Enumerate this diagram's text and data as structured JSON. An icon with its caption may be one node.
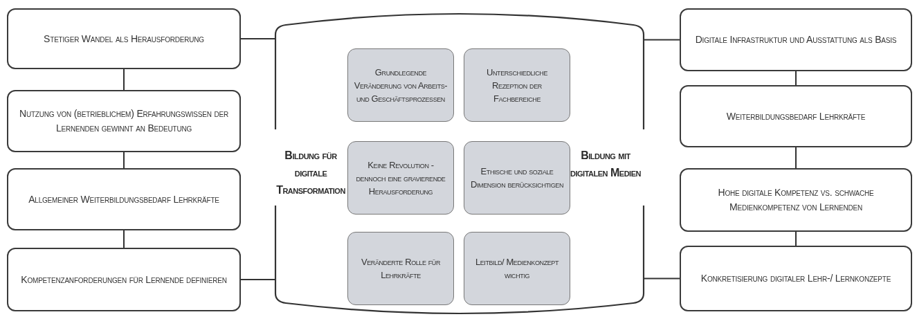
{
  "diagram": {
    "nodes": [
      {
        "text": [
          "Bildung für digitale Transformation",
          "Bildung mit digitalen Medien"
        ]
      },
      {
        "text": [
          "Grundlegende Veränderung von Arbeits- und Geschäftsprozessen"
        ],
        "in": 0
      },
      {
        "text": [
          "Unterschiedliche Rezeption der Fachbereiche"
        ],
        "in": 0
      },
      {
        "text": [
          "Keine Revolution - dennoch eine gravierende Herausforderung"
        ],
        "in": 0
      },
      {
        "text": [
          "Ethische und soziale Dimension berücksichtigen"
        ],
        "in": 0
      },
      {
        "text": [
          "Veränderte Rolle für Lehrkräfte"
        ],
        "in": 0
      },
      {
        "text": [
          "Leitbild/ Medienkonzept wichtig"
        ],
        "in": 0
      },
      {
        "text": [
          "Stetiger Wandel als Herausforderung"
        ]
      },
      {
        "text": [
          "Nutzung von (betrieblichem) Erfahrungswissen der Lernenden gewinnt an Bedeutung"
        ]
      },
      {
        "text": [
          "Allgemeiner Weiterbildungsbedarf Lehrkräfte"
        ]
      },
      {
        "text": [
          "Kompetenzanforderungen für Lernende definieren"
        ]
      },
      {
        "text": [
          "Digitale Infrastruktur und Ausstattung als Basis"
        ]
      },
      {
        "text": [
          "Weiterbildungsbedarf Lehrkräfte"
        ]
      },
      {
        "text": [
          "Hohe digitale Kompetenz vs. schwache Medienkompetenz von Lernenden"
        ]
      },
      {
        "text": [
          "Konkretisierung digitaler Lehr-/ Lernkonzepte"
        ]
      }
    ],
    "edges": [
      {
        "from": 7,
        "to": 0,
        "arrow": "none"
      },
      {
        "from": 7,
        "to": 8,
        "arrow": "none"
      },
      {
        "from": 8,
        "to": 9,
        "arrow": "none"
      },
      {
        "from": 9,
        "to": 10,
        "arrow": "none"
      },
      {
        "from": 10,
        "to": 0,
        "arrow": "none"
      },
      {
        "from": 11,
        "to": 0,
        "arrow": "none"
      },
      {
        "from": 11,
        "to": 12,
        "arrow": "none"
      },
      {
        "from": 12,
        "to": 13,
        "arrow": "none"
      },
      {
        "from": 13,
        "to": 14,
        "arrow": "none"
      },
      {
        "from": 14,
        "to": 0,
        "arrow": "none"
      }
    ]
  }
}
